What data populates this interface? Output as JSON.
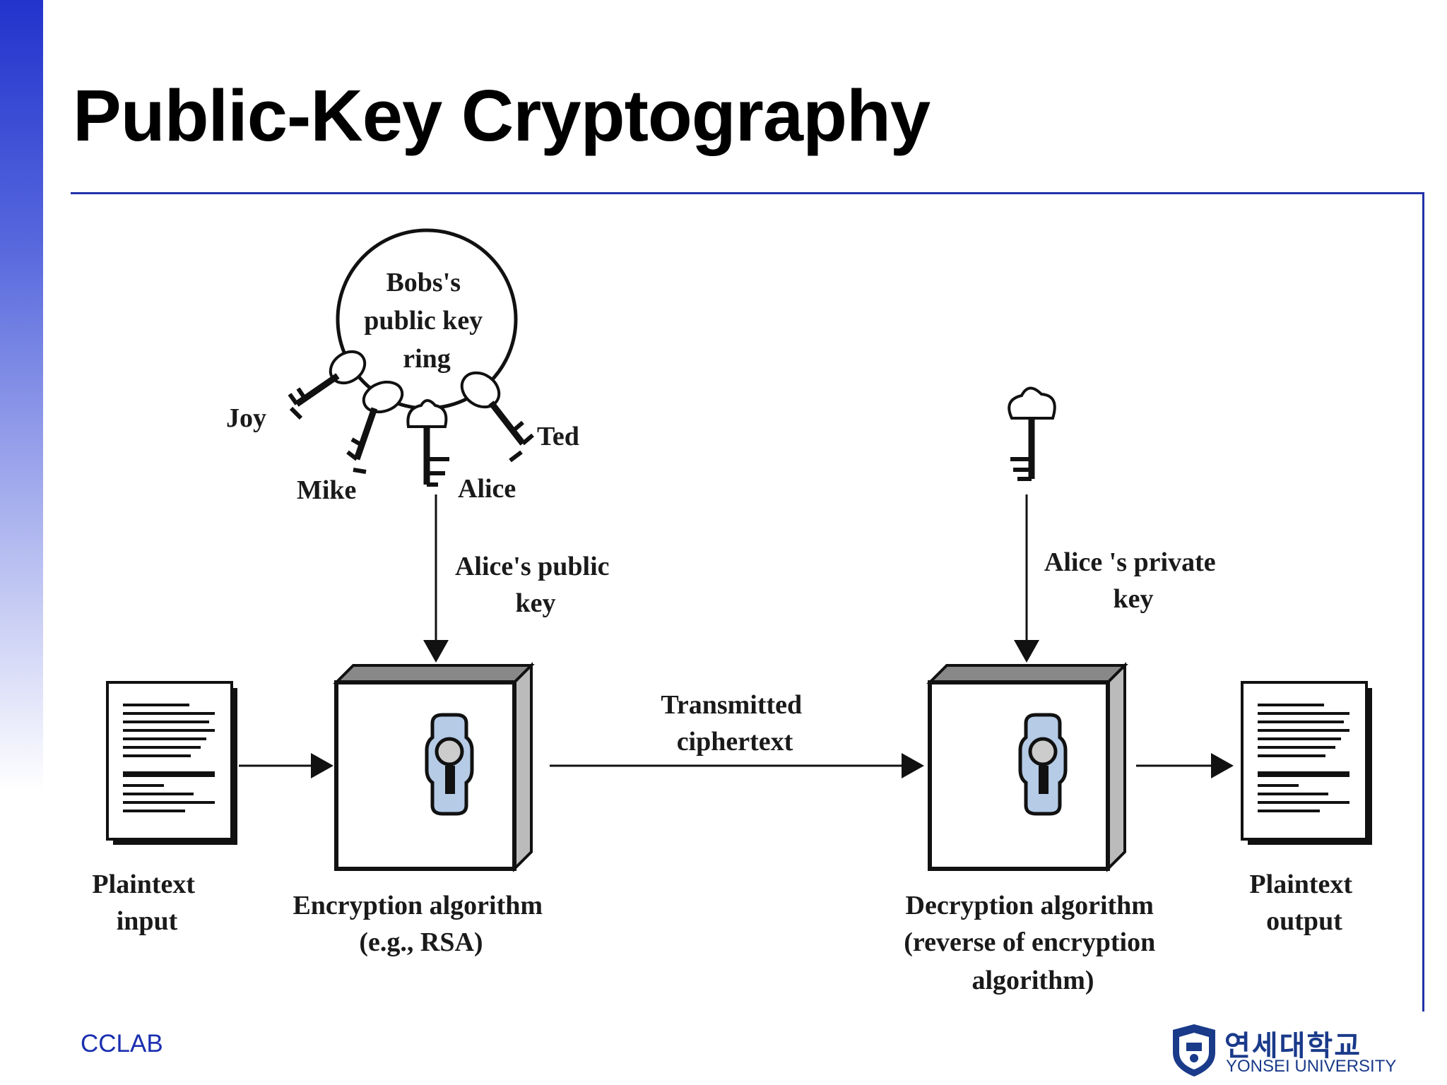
{
  "slide": {
    "title": "Public-Key Cryptography",
    "footer_left": "CCLAB",
    "logo_korean": "연세대학교",
    "logo_english": "YONSEI UNIVERSITY",
    "accent_color": "#2233cc"
  },
  "diagram": {
    "key_ring": [
      "Bobs's",
      "public key",
      "ring"
    ],
    "key_names": {
      "joy": "Joy",
      "mike": "Mike",
      "alice": "Alice",
      "ted": "Ted"
    },
    "alice_public_key": [
      "Alice's public",
      "key"
    ],
    "alice_private_key": [
      "Alice 's private",
      "key"
    ],
    "plaintext_input": [
      "Plaintext",
      "input"
    ],
    "encryption": [
      "Encryption algorithm",
      "(e.g., RSA)"
    ],
    "transmitted": [
      "Transmitted",
      "ciphertext"
    ],
    "decryption": [
      "Decryption algorithm",
      "(reverse of encryption",
      "algorithm)"
    ],
    "plaintext_output": [
      "Plaintext",
      "output"
    ],
    "icons": [
      "key-ring-icon",
      "key-icon",
      "document-icon",
      "lock-box-icon",
      "keyhole-icon",
      "arrow-icon"
    ]
  }
}
